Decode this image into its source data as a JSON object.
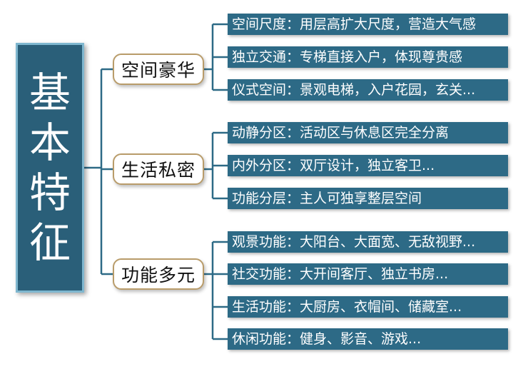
{
  "root": {
    "chars": [
      "基",
      "本",
      "特",
      "征"
    ]
  },
  "groups": [
    {
      "label": "空间豪华",
      "items": [
        "空间尺度：用层高扩大尺度，营造大气感",
        "独立交通：专梯直接入户，体现尊贵感",
        "仪式空间：景观电梯，入户花园，玄关..."
      ]
    },
    {
      "label": "生活私密",
      "items": [
        "动静分区：活动区与休息区完全分离",
        "内外分区：双厅设计，独立客卫...",
        "功能分层：主人可独享整层空间"
      ]
    },
    {
      "label": "功能多元",
      "items": [
        "观景功能：大阳台、大面宽、无敌视野...",
        "社交功能：大开间客厅、独立书房...",
        "生活功能：大厨房、衣帽间、储藏室...",
        "休闲功能：健身、影音、游戏..."
      ]
    }
  ],
  "colors": {
    "root_fill": "#2a5f79",
    "root_border": "#7fb7cf",
    "leaf_fill": "#2d6a86",
    "mid_border": "#b99c6a",
    "connector": "#2d6a86"
  }
}
